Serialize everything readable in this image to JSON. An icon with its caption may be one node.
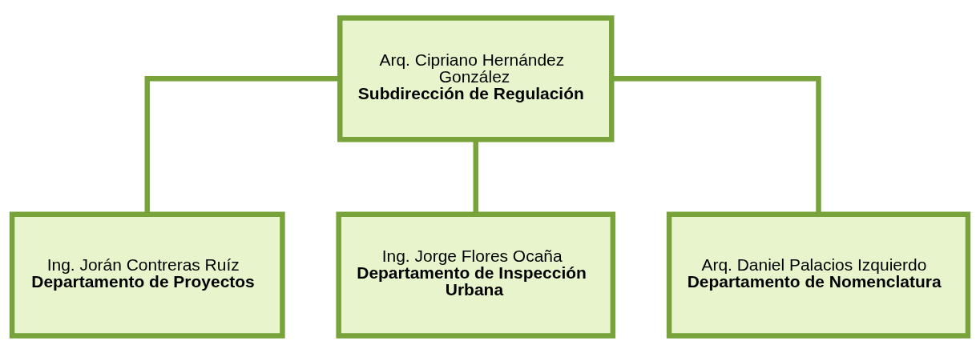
{
  "diagram": {
    "nodes": [
      {
        "text": [
          "Arq. Cipriano Hernández González",
          "Subdirección de Regulación"
        ]
      },
      {
        "text": [
          "Ing. Jorán Contreras Ruíz",
          "Departamento de Proyectos"
        ]
      },
      {
        "text": [
          "Ing. Jorge Flores Ocaña",
          "Departamento de Inspección Urbana"
        ]
      },
      {
        "text": [
          "Arq. Daniel Palacios Izquierdo",
          "Departamento de Nomenclatura"
        ]
      }
    ],
    "edges": [
      {
        "from": 0,
        "to": 1,
        "arrow": "none"
      },
      {
        "from": 0,
        "to": 2,
        "arrow": "none"
      },
      {
        "from": 0,
        "to": 3,
        "arrow": "none"
      }
    ]
  }
}
